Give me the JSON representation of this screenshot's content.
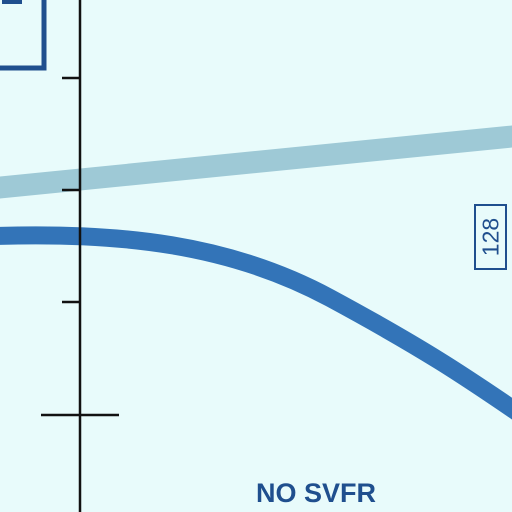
{
  "map": {
    "background_color": "#e8fbfb",
    "labels": {
      "no_svfr": "NO SVFR",
      "altitude_box": "128"
    },
    "colors": {
      "airspace_boundary": "#3374b8",
      "route_line": "#9ec9d6",
      "chart_ink": "#1f4f8e",
      "grid_line": "#111111"
    },
    "features": [
      "class-b-airspace-boundary-arc",
      "light-blue-route-line",
      "longitude-tick-scale",
      "boxed-label-top-left"
    ]
  }
}
